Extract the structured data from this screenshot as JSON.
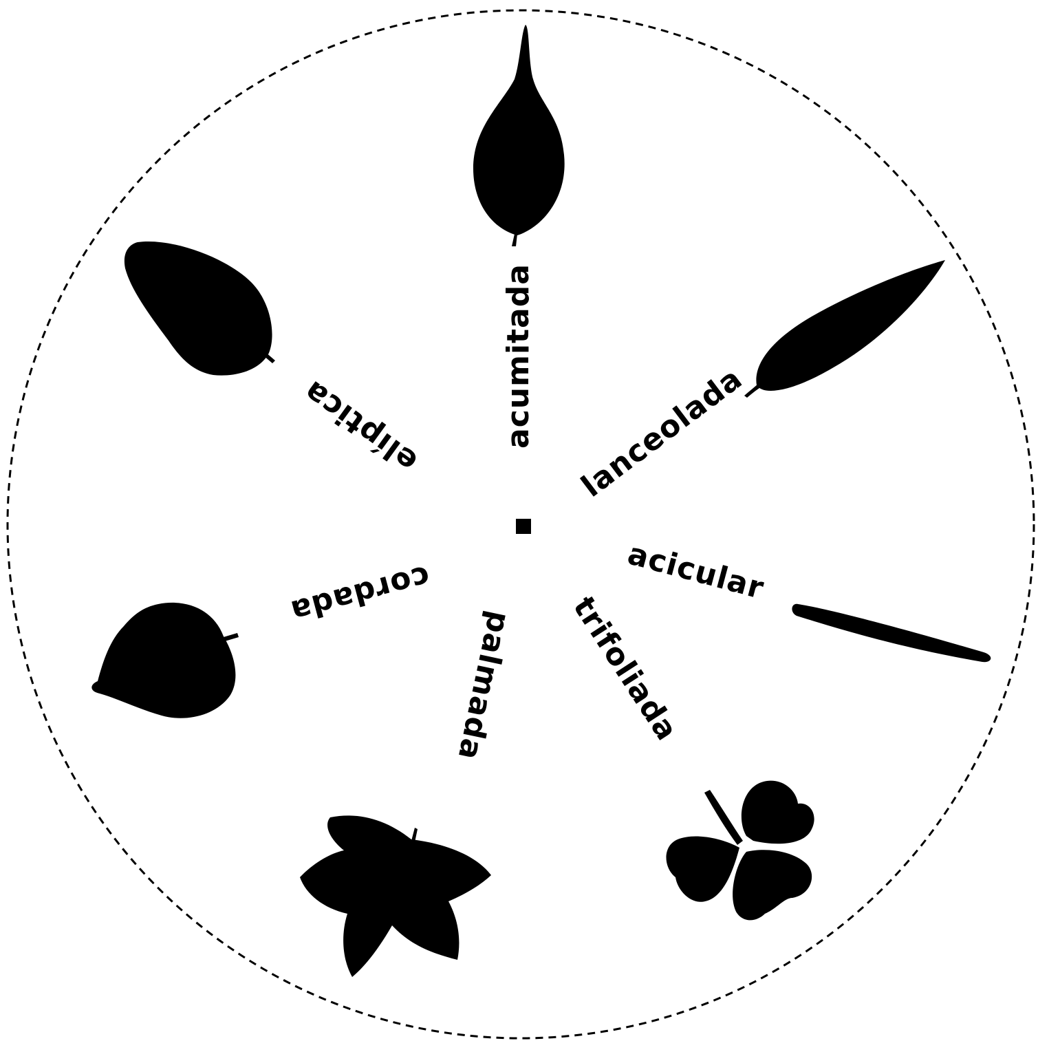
{
  "colors": {
    "ink": "#000000",
    "background": "#ffffff"
  },
  "labels": {
    "acumitada": "acumitada",
    "lanceolada": "lanceolada",
    "acicular": "acicular",
    "trifoliada": "trifoliada",
    "palmada": "palmada",
    "cordada": "cordada",
    "eliptica": "elíptica"
  },
  "icons": [
    "acuminate-leaf-icon",
    "lanceolate-leaf-icon",
    "needle-leaf-icon",
    "trifoliate-leaf-icon",
    "palmate-leaf-icon",
    "cordate-leaf-icon",
    "elliptic-leaf-icon"
  ]
}
